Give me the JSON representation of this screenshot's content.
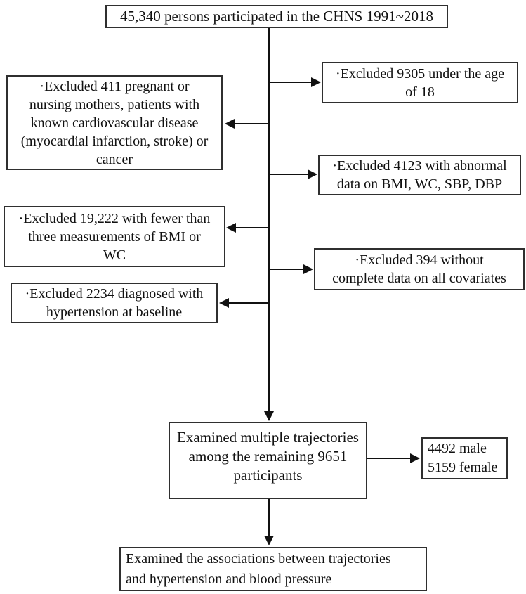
{
  "figure": {
    "type": "participant-flow-diagram",
    "colors": {
      "background": "#ffffff",
      "box_border": "#2f2f2f",
      "text": "#111111",
      "connector": "#111111"
    },
    "nodes": {
      "participants": "45,340 persons participated in the CHNS 1991~2018",
      "excluded_age": "·Excluded 9305 under the age\nof 18",
      "excluded_pregnant": "·Excluded 411 pregnant or\nnursing mothers, patients with\nknown cardiovascular disease\n(myocardial infarction, stroke) or\ncancer",
      "excluded_abnormal": "·Excluded 4123 with abnormal\ndata on BMI, WC, SBP, DBP",
      "excluded_fewer": "·Excluded 19,222 with fewer than\nthree measurements of BMI or\nWC",
      "excluded_covariates": "·Excluded 394 without\ncomplete data on all covariates",
      "excluded_hypertension": "·Excluded 2234 diagnosed with\nhypertension at baseline",
      "trajectories": "Examined multiple trajectories\namong the remaining 9651\nparticipants",
      "sex_split": "4492 male\n5159 female",
      "associations": "Examined the associations between trajectories\nand hypertension and blood pressure"
    }
  }
}
